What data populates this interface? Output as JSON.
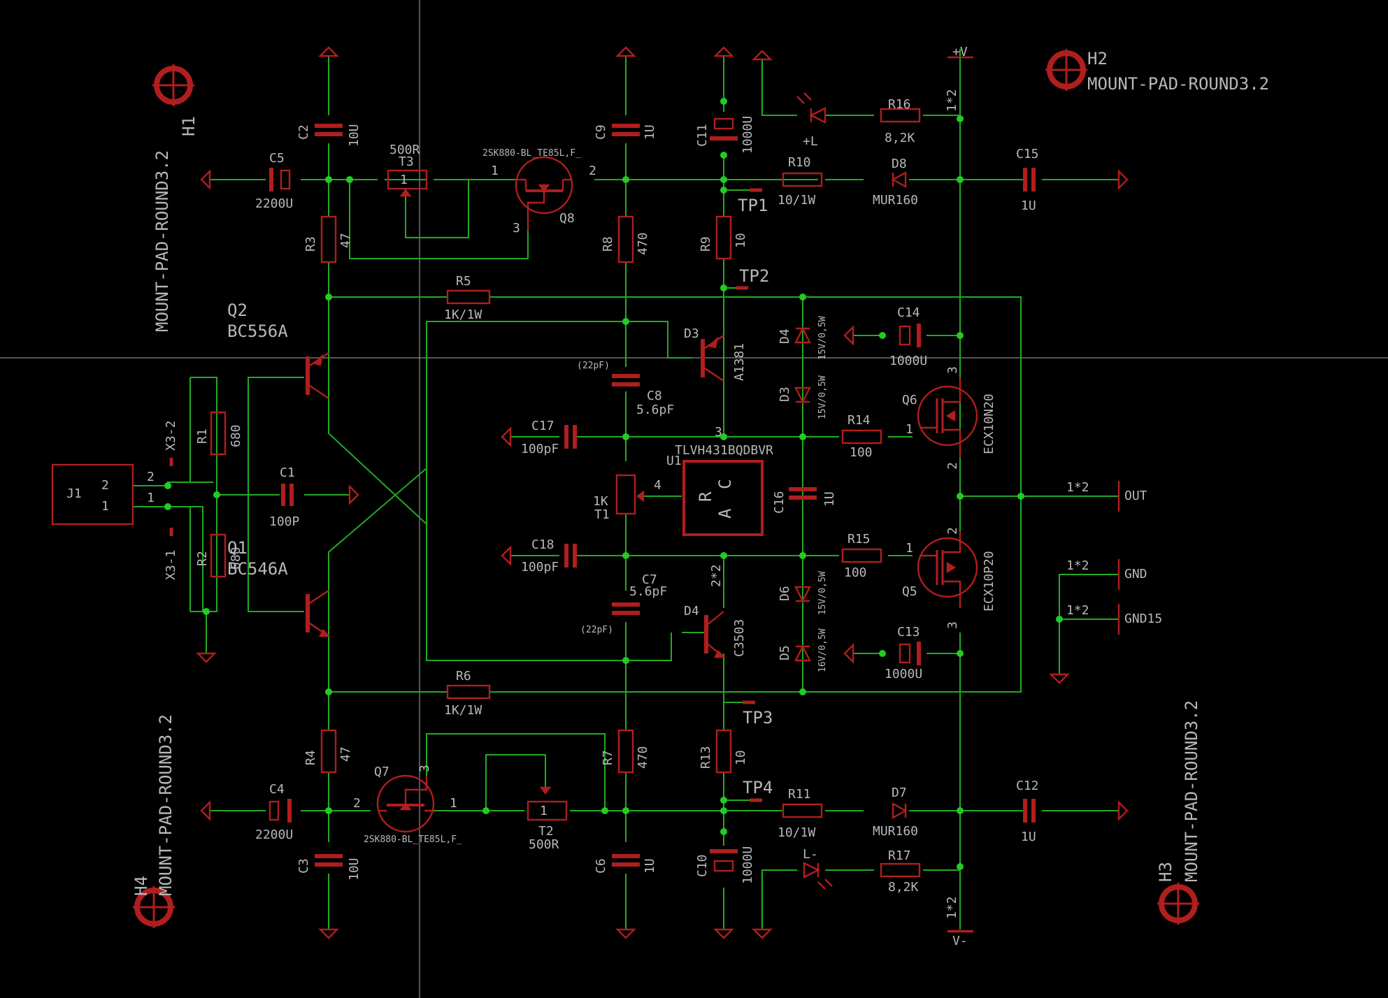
{
  "mount_pads": {
    "h1": "H1",
    "h2": "H2",
    "h3": "H3",
    "h4": "H4",
    "value": "MOUNT-PAD-ROUND3.2"
  },
  "transistors": {
    "q2": {
      "name": "Q2",
      "value": "BC556A"
    },
    "q1": {
      "name": "Q1",
      "value": "BC546A"
    },
    "q8": {
      "name": "Q8",
      "value": "2SK880-BL_TE85L,F_"
    },
    "q7": {
      "name": "Q7",
      "value": "2SK880-BL_TE85L,F_"
    },
    "d3": {
      "name": "D3",
      "value": "A1381"
    },
    "d4": {
      "name": "D4",
      "value": "C3503"
    },
    "q6": {
      "name": "Q6",
      "value": "ECX10N20"
    },
    "q5": {
      "name": "Q5",
      "value": "ECX10P20"
    }
  },
  "capacitors": {
    "c1": {
      "name": "C1",
      "value": "100P"
    },
    "c2": {
      "name": "C2",
      "value": "10U"
    },
    "c3": {
      "name": "C3",
      "value": "10U"
    },
    "c4": {
      "name": "C4",
      "value": "2200U"
    },
    "c5": {
      "name": "C5",
      "value": "2200U"
    },
    "c6": {
      "name": "C6",
      "value": "1U"
    },
    "c7": {
      "name": "C7",
      "value": "5.6pF",
      "alt": "(22pF)"
    },
    "c8": {
      "name": "C8",
      "value": "5.6pF",
      "alt": "(22pF)"
    },
    "c9": {
      "name": "C9",
      "value": "1U"
    },
    "c10": {
      "name": "C10",
      "value": "1000U"
    },
    "c11": {
      "name": "C11",
      "value": "1000U"
    },
    "c12": {
      "name": "C12",
      "value": "1U"
    },
    "c13": {
      "name": "C13",
      "value": "1000U"
    },
    "c14": {
      "name": "C14",
      "value": "1000U"
    },
    "c15": {
      "name": "C15",
      "value": "1U"
    },
    "c16": {
      "name": "C16",
      "value": "1U"
    },
    "c17": {
      "name": "C17",
      "value": "100pF"
    },
    "c18": {
      "name": "C18",
      "value": "100pF"
    }
  },
  "resistors": {
    "r1": {
      "name": "R1",
      "value": "680"
    },
    "r2": {
      "name": "R2",
      "value": "680"
    },
    "r3": {
      "name": "R3",
      "value": "47"
    },
    "r4": {
      "name": "R4",
      "value": "47"
    },
    "r5": {
      "name": "R5",
      "value": "1K/1W"
    },
    "r6": {
      "name": "R6",
      "value": "1K/1W"
    },
    "r7": {
      "name": "R7",
      "value": "470"
    },
    "r8": {
      "name": "R8",
      "value": "470"
    },
    "r9": {
      "name": "R9",
      "value": "10"
    },
    "r10": {
      "name": "R10",
      "value": "10/1W"
    },
    "r11": {
      "name": "R11",
      "value": "10/1W"
    },
    "r13": {
      "name": "R13",
      "value": "10"
    },
    "r14": {
      "name": "R14",
      "value": "100"
    },
    "r15": {
      "name": "R15",
      "value": "100"
    },
    "r16": {
      "name": "R16",
      "value": "8,2K"
    },
    "r17": {
      "name": "R17",
      "value": "8,2K"
    }
  },
  "trimmers": {
    "t1": {
      "name": "T1",
      "value": "1K"
    },
    "t2": {
      "name": "T2",
      "value": "500R"
    },
    "t3": {
      "name": "T3",
      "value": "500R"
    }
  },
  "diodes": {
    "d8": {
      "name": "D8",
      "value": "MUR160"
    },
    "d7": {
      "name": "D7",
      "value": "MUR160"
    },
    "zd1": {
      "name": "D4",
      "value": "15V/0,5W"
    },
    "zd2": {
      "name": "D3",
      "value": "15V/0,5W"
    },
    "zd3": {
      "name": "D6",
      "value": "15V/0,5W"
    },
    "zd4": {
      "name": "D5",
      "value": "16V/0,5W"
    },
    "led_top": "+L",
    "led_bot": "L-"
  },
  "ic": {
    "name": "U1",
    "value": "TLVH431BQDBVR",
    "pin_r": "R",
    "pin_c": "C",
    "pin_a": "A"
  },
  "test_points": {
    "tp1": "TP1",
    "tp2": "TP2",
    "tp3": "TP3",
    "tp4": "TP4"
  },
  "supplies": {
    "vpos": "+V",
    "vneg": "V-"
  },
  "outputs": {
    "out": "OUT",
    "gnd": "GND",
    "gnd15": "GND15",
    "pin": "1*2",
    "pin2": "2*2",
    "pinseq": "1*2"
  },
  "connector": {
    "name": "J1",
    "pin1": "1",
    "pin2": "2",
    "x31": "X3-1",
    "x32": "X3-2"
  },
  "pins": {
    "p1": "1",
    "p2": "2",
    "p3": "3",
    "p4": "4"
  },
  "colors": {
    "background": "#000000",
    "wire": "#22aa22",
    "part": "#b01e1e",
    "text": "#b8b8b8"
  }
}
